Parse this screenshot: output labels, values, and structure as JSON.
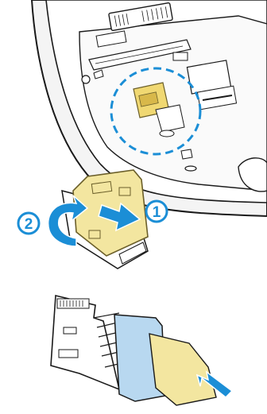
{
  "figure": {
    "steps": [
      {
        "number": "1",
        "action": "slide"
      },
      {
        "number": "2",
        "action": "lift"
      }
    ]
  },
  "colors": {
    "outline": "#1a1a1a",
    "accent_blue": "#1b8ed6",
    "card_yellow": "#f3e6a0",
    "card_edge": "#6b5f2a",
    "holder_blue": "#b8d8f0",
    "device_gray": "#f2f2f2"
  },
  "icons": {
    "step1_badge": "circle-number-icon",
    "step2_badge": "circle-number-icon",
    "slide_arrow": "arrow-right-icon",
    "lift_arrow": "curved-arrow-icon",
    "insert_arrow": "arrow-up-left-icon"
  }
}
